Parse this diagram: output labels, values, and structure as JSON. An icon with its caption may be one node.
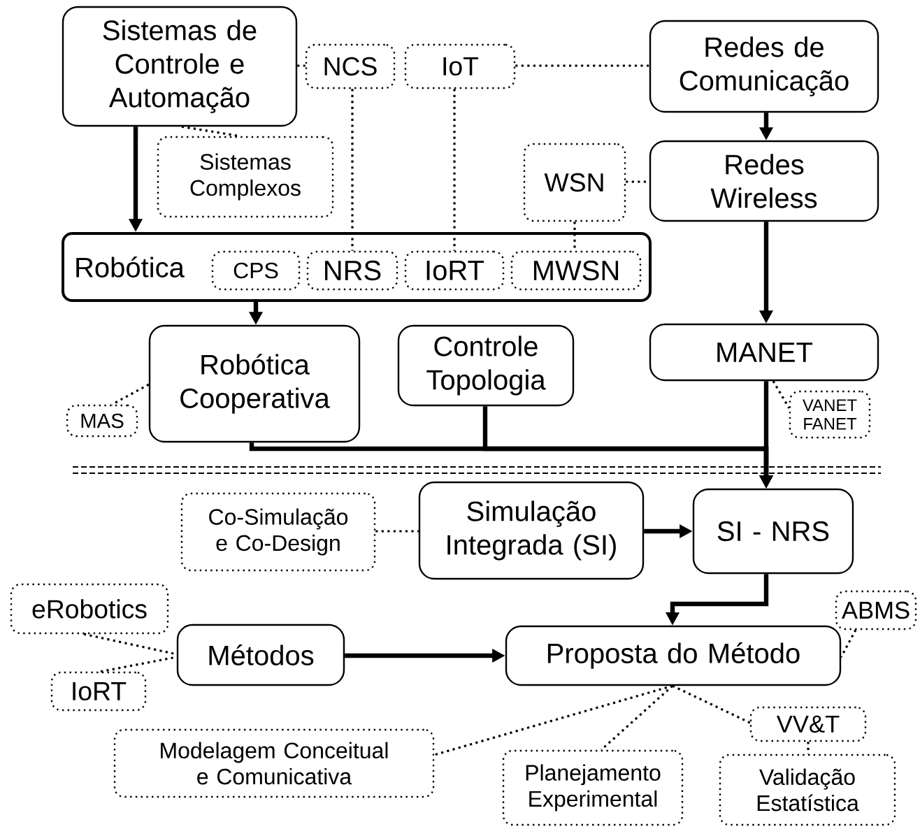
{
  "diagram": {
    "nodes": [
      {
        "text": [
          "Sistemas de Controle e Automação"
        ]
      },
      {
        "text": [
          "NCS"
        ]
      },
      {
        "text": [
          "IoT"
        ]
      },
      {
        "text": [
          "Redes de Comunicação"
        ]
      },
      {
        "text": [
          "Sistemas Complexos"
        ]
      },
      {
        "text": [
          "WSN"
        ]
      },
      {
        "text": [
          "Redes Wireless"
        ]
      },
      {
        "text": [
          "Robótica"
        ]
      },
      {
        "text": [
          "CPS"
        ],
        "in": 7
      },
      {
        "text": [
          "NRS"
        ],
        "in": 7
      },
      {
        "text": [
          "IoRT"
        ],
        "in": 7
      },
      {
        "text": [
          "MWSN"
        ],
        "in": 7
      },
      {
        "text": [
          "Robótica Cooperativa"
        ]
      },
      {
        "text": [
          "Controle Topologia"
        ]
      },
      {
        "text": [
          "MANET"
        ]
      },
      {
        "text": [
          "MAS"
        ]
      },
      {
        "text": [
          "VANET FANET"
        ]
      },
      {
        "text": [
          "Co-Simulação e Co-Design"
        ]
      },
      {
        "text": [
          "Simulação Integrada (SI)"
        ]
      },
      {
        "text": [
          "SI - NRS"
        ]
      },
      {
        "text": [
          "eRobotics"
        ]
      },
      {
        "text": [
          "Métodos"
        ]
      },
      {
        "text": [
          "IoRT"
        ]
      },
      {
        "text": [
          "ABMS"
        ]
      },
      {
        "text": [
          "Proposta do Método"
        ]
      },
      {
        "text": [
          "Modelagem Conceitual e Comunicativa"
        ]
      },
      {
        "text": [
          "VV&T"
        ]
      },
      {
        "text": [
          "Planejamento Experimental"
        ]
      },
      {
        "text": [
          "Validação Estatística"
        ]
      }
    ],
    "edges": [
      {
        "from": 0,
        "to": 7,
        "arrow": "to",
        "style": "thick"
      },
      {
        "from": 0,
        "to": 1,
        "arrow": "none",
        "style": "dashed"
      },
      {
        "from": 1,
        "to": 9,
        "arrow": "none",
        "style": "dashed"
      },
      {
        "from": 2,
        "to": 3,
        "arrow": "none",
        "style": "dashed"
      },
      {
        "from": 2,
        "to": 10,
        "arrow": "none",
        "style": "dashed"
      },
      {
        "from": 0,
        "to": 4,
        "arrow": "none",
        "style": "dashed"
      },
      {
        "from": 3,
        "to": 6,
        "arrow": "to",
        "style": "thick"
      },
      {
        "from": 5,
        "to": 6,
        "arrow": "none",
        "style": "dashed"
      },
      {
        "from": 5,
        "to": 11,
        "arrow": "none",
        "style": "dashed"
      },
      {
        "from": 6,
        "to": 14,
        "arrow": "to",
        "style": "thick"
      },
      {
        "from": 7,
        "to": 12,
        "arrow": "to",
        "style": "thick"
      },
      {
        "from": 12,
        "to": 15,
        "arrow": "none",
        "style": "dashed"
      },
      {
        "from": 14,
        "to": 16,
        "arrow": "none",
        "style": "dashed"
      },
      {
        "from": 12,
        "to": 19,
        "arrow": "to",
        "style": "thick"
      },
      {
        "from": 13,
        "to": 19,
        "arrow": "to",
        "style": "thick"
      },
      {
        "from": 14,
        "to": 19,
        "arrow": "to",
        "style": "thick"
      },
      {
        "from": 17,
        "to": 18,
        "arrow": "none",
        "style": "dashed"
      },
      {
        "from": 18,
        "to": 19,
        "arrow": "to",
        "style": "thick"
      },
      {
        "from": 19,
        "to": 24,
        "arrow": "to",
        "style": "thick"
      },
      {
        "from": 20,
        "to": 21,
        "arrow": "none",
        "style": "dashed"
      },
      {
        "from": 22,
        "to": 21,
        "arrow": "none",
        "style": "dashed"
      },
      {
        "from": 21,
        "to": 24,
        "arrow": "to",
        "style": "thick"
      },
      {
        "from": 23,
        "to": 24,
        "arrow": "none",
        "style": "dashed"
      },
      {
        "from": 24,
        "to": 25,
        "arrow": "none",
        "style": "dashed"
      },
      {
        "from": 24,
        "to": 27,
        "arrow": "none",
        "style": "dashed"
      },
      {
        "from": 24,
        "to": 26,
        "arrow": "none",
        "style": "dashed"
      },
      {
        "from": 26,
        "to": 28,
        "arrow": "none",
        "style": "dashed"
      }
    ]
  }
}
